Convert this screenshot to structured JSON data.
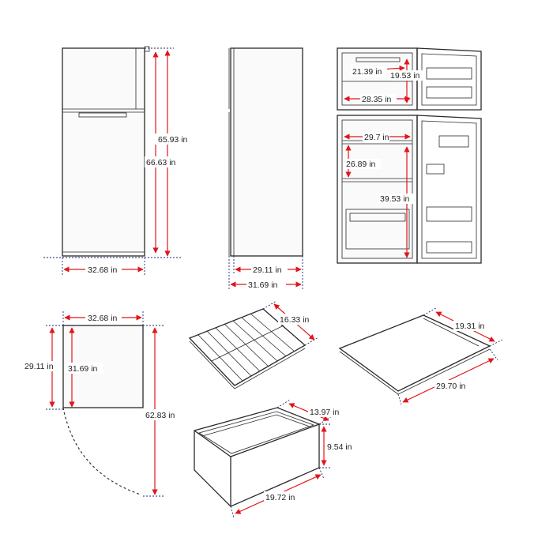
{
  "labels": {
    "front_width": "32.68 in",
    "front_height_body": "65.93 in",
    "front_height_total": "66.63 in",
    "side_depth": "29.11 in",
    "side_depth_total": "31.69 in",
    "freezer_width": "21.39 in",
    "freezer_depth": "19.53 in",
    "freezer_inner_width": "28.35 in",
    "fridge_shelf_width": "29.7 in",
    "fridge_shelf_gap": "26.89 in",
    "fridge_height": "39.53 in",
    "top_width": "32.68 in",
    "top_depth": "29.11 in",
    "top_depth_total": "31.69 in",
    "door_swing_depth": "62.83 in",
    "wire_shelf_depth": "16.33 in",
    "glass_shelf_depth": "19.31 in",
    "glass_shelf_width": "29.70 in",
    "crisper_depth": "13.97 in",
    "crisper_height": "9.54 in",
    "crisper_width": "19.72 in"
  },
  "colors": {
    "dimension_line": "#e0161b",
    "extension_line": "#1a2a6a",
    "outline": "#2a2a2a"
  }
}
